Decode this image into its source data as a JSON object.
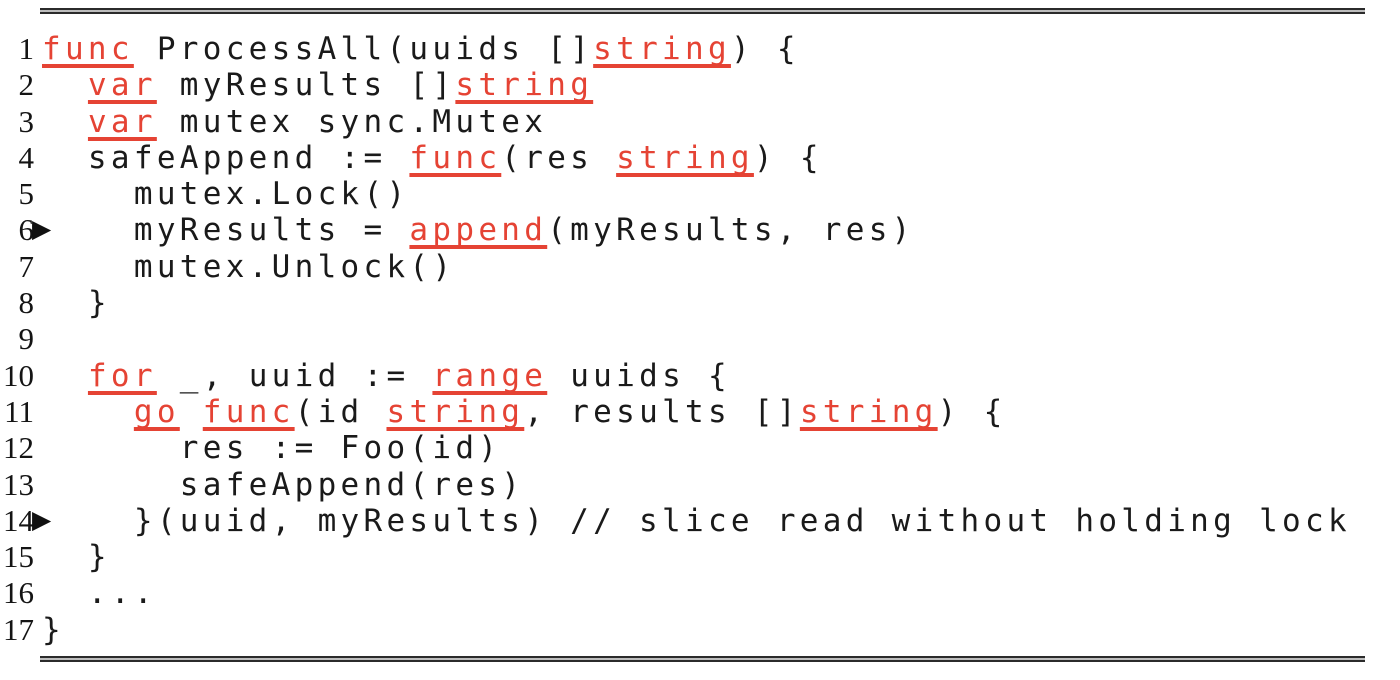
{
  "figure": {
    "kind": "code-listing",
    "language": "Go",
    "marker_glyph": "▶",
    "colors": {
      "keyword_red": "#e54334",
      "code_text": "#1a1a1a",
      "rule_dark": "#2b2b2b",
      "background": "#ffffff"
    },
    "lines": [
      {
        "num": "1",
        "marker": false,
        "segments": [
          {
            "t": "func",
            "kw": true
          },
          {
            "t": " ProcessAll(uuids []",
            "kw": false
          },
          {
            "t": "string",
            "kw": true
          },
          {
            "t": ") {",
            "kw": false
          }
        ]
      },
      {
        "num": "2",
        "marker": false,
        "segments": [
          {
            "t": "  ",
            "kw": false
          },
          {
            "t": "var",
            "kw": true
          },
          {
            "t": " myResults []",
            "kw": false
          },
          {
            "t": "string",
            "kw": true
          }
        ]
      },
      {
        "num": "3",
        "marker": false,
        "segments": [
          {
            "t": "  ",
            "kw": false
          },
          {
            "t": "var",
            "kw": true
          },
          {
            "t": " mutex sync.Mutex",
            "kw": false
          }
        ]
      },
      {
        "num": "4",
        "marker": false,
        "segments": [
          {
            "t": "  safeAppend := ",
            "kw": false
          },
          {
            "t": "func",
            "kw": true
          },
          {
            "t": "(res ",
            "kw": false
          },
          {
            "t": "string",
            "kw": true
          },
          {
            "t": ") {",
            "kw": false
          }
        ]
      },
      {
        "num": "5",
        "marker": false,
        "segments": [
          {
            "t": "    mutex.Lock()",
            "kw": false
          }
        ]
      },
      {
        "num": "6",
        "marker": true,
        "segments": [
          {
            "t": "    myResults = ",
            "kw": false
          },
          {
            "t": "append",
            "kw": true
          },
          {
            "t": "(myResults, res)",
            "kw": false
          }
        ]
      },
      {
        "num": "7",
        "marker": false,
        "segments": [
          {
            "t": "    mutex.Unlock()",
            "kw": false
          }
        ]
      },
      {
        "num": "8",
        "marker": false,
        "segments": [
          {
            "t": "  }",
            "kw": false
          }
        ]
      },
      {
        "num": "9",
        "marker": false,
        "segments": []
      },
      {
        "num": "10",
        "marker": false,
        "segments": [
          {
            "t": "  ",
            "kw": false
          },
          {
            "t": "for",
            "kw": true
          },
          {
            "t": " _, uuid := ",
            "kw": false
          },
          {
            "t": "range",
            "kw": true
          },
          {
            "t": " uuids {",
            "kw": false
          }
        ]
      },
      {
        "num": "11",
        "marker": false,
        "segments": [
          {
            "t": "    ",
            "kw": false
          },
          {
            "t": "go",
            "kw": true
          },
          {
            "t": " ",
            "kw": false
          },
          {
            "t": "func",
            "kw": true
          },
          {
            "t": "(id ",
            "kw": false
          },
          {
            "t": "string",
            "kw": true
          },
          {
            "t": ", results []",
            "kw": false
          },
          {
            "t": "string",
            "kw": true
          },
          {
            "t": ") {",
            "kw": false
          }
        ]
      },
      {
        "num": "12",
        "marker": false,
        "segments": [
          {
            "t": "      res := Foo(id)",
            "kw": false
          }
        ]
      },
      {
        "num": "13",
        "marker": false,
        "segments": [
          {
            "t": "      safeAppend(res)",
            "kw": false
          }
        ]
      },
      {
        "num": "14",
        "marker": true,
        "segments": [
          {
            "t": "    }(uuid, myResults) // slice read without holding lock",
            "kw": false
          }
        ]
      },
      {
        "num": "15",
        "marker": false,
        "segments": [
          {
            "t": "  }",
            "kw": false
          }
        ]
      },
      {
        "num": "16",
        "marker": false,
        "segments": [
          {
            "t": "  ...",
            "kw": false
          }
        ]
      },
      {
        "num": "17",
        "marker": false,
        "segments": [
          {
            "t": "}",
            "kw": false
          }
        ]
      }
    ]
  }
}
